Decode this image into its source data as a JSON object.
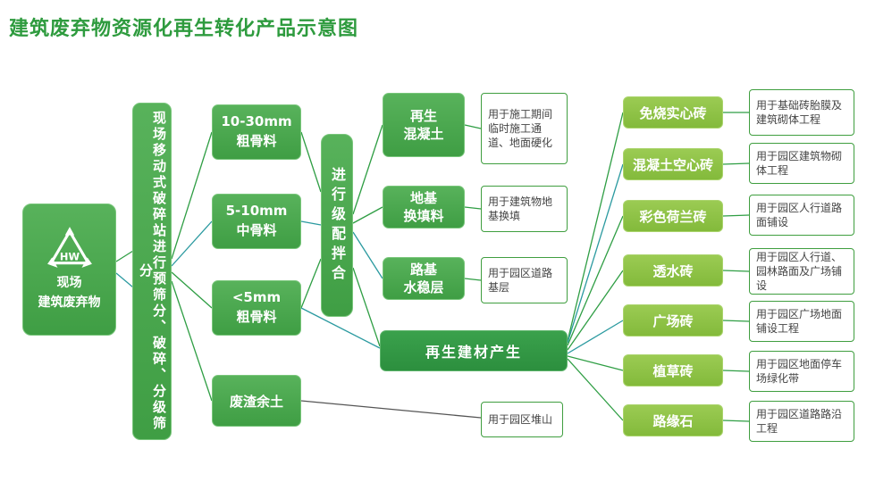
{
  "title": "建筑废弃物资源化再生转化产品示意图",
  "source": {
    "icon_text": "HW",
    "label": "现场\n建筑废弃物"
  },
  "stage1": {
    "label": "现场移动式破碎站进行预筛分、破碎、分级筛分"
  },
  "aggregates": [
    {
      "label": "10-30mm\n粗骨料"
    },
    {
      "label": "5-10mm\n中骨料"
    },
    {
      "label": "<5mm\n粗骨料"
    },
    {
      "label": "废渣余土",
      "desc": "用于园区堆山"
    }
  ],
  "mixing": {
    "label": "进行级配拌合"
  },
  "uses": [
    {
      "label": "再生\n混凝土",
      "desc": "用于施工期间临时施工通道、地面硬化"
    },
    {
      "label": "地基\n换填料",
      "desc": "用于建筑物地基换填"
    },
    {
      "label": "路基\n水稳层",
      "desc": "用于园区道路基层"
    }
  ],
  "recycled_header": {
    "label": "再生建材产生"
  },
  "products": [
    {
      "label": "免烧实心砖",
      "desc": "用于基础砖胎膜及建筑砌体工程"
    },
    {
      "label": "混凝土空心砖",
      "desc": "用于园区建筑物砌体工程"
    },
    {
      "label": "彩色荷兰砖",
      "desc": "用于园区人行道路面铺设"
    },
    {
      "label": "透水砖",
      "desc": "用于园区人行道、园林路面及广场铺设"
    },
    {
      "label": "广场砖",
      "desc": "用于园区广场地面铺设工程"
    },
    {
      "label": "植草砖",
      "desc": "用于园区地面停车场绿化带"
    },
    {
      "label": "路缘石",
      "desc": "用于园区道路路沿工程"
    }
  ],
  "colors": {
    "title_green": "#2e9b3e",
    "box_green": "#46a449",
    "box_dark_green": "#2e9140",
    "box_light_green": "#8cc43f",
    "line_green": "#2f9e44",
    "line_teal": "#2b9aa0",
    "desc_border": "#3f9e3f"
  }
}
